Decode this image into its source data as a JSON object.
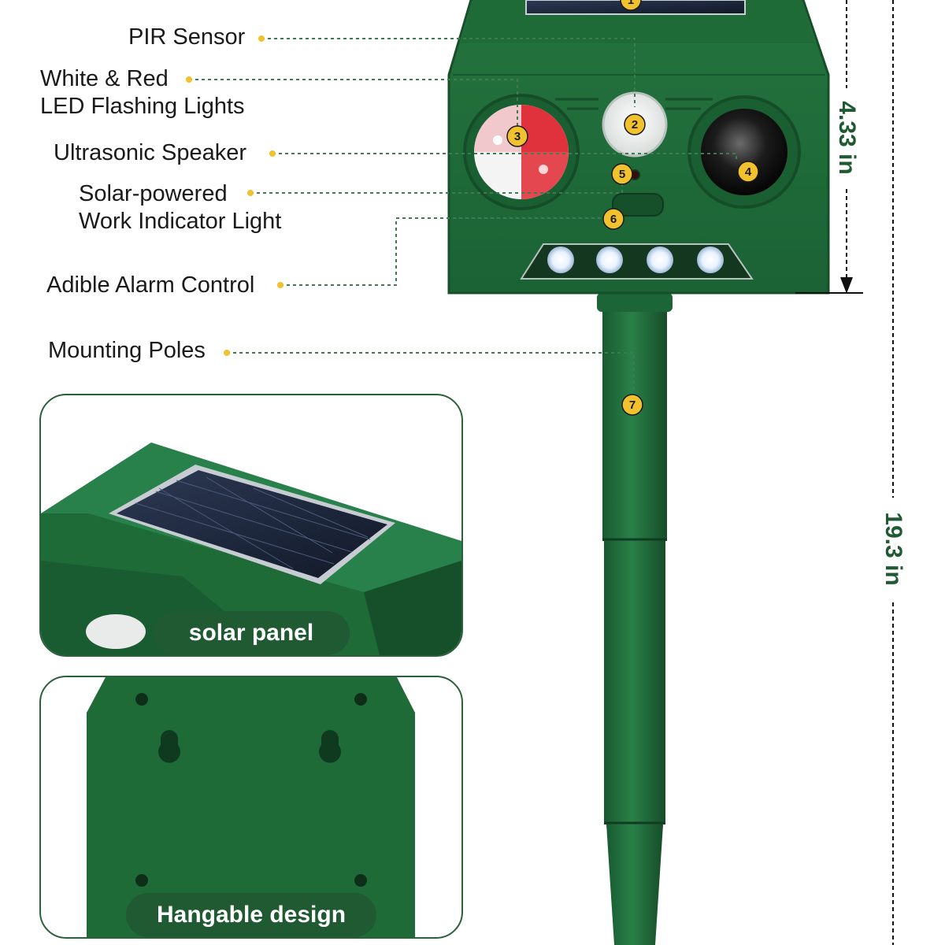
{
  "callouts": {
    "pir_sensor": "PIR Sensor",
    "led_line1": "White & Red",
    "led_line2": "LED Flashing Lights",
    "speaker": "Ultrasonic Speaker",
    "indicator_line1": "Solar-powered",
    "indicator_line2": "Work Indicator Light",
    "alarm_control": "Adible Alarm Control",
    "mounting_poles": "Mounting Poles"
  },
  "badges": [
    "1",
    "2",
    "3",
    "4",
    "5",
    "6",
    "7"
  ],
  "dimensions": {
    "head_height": "4.33 in",
    "total_height": "19.3 in"
  },
  "insets": {
    "solar_label": "solar panel",
    "hang_label": "Hangable design"
  },
  "colors": {
    "body_green": "#1f6b3a",
    "dark_green": "#174f2b",
    "badge_yellow": "#f2c12e",
    "leader_line": "#3e7a52"
  }
}
